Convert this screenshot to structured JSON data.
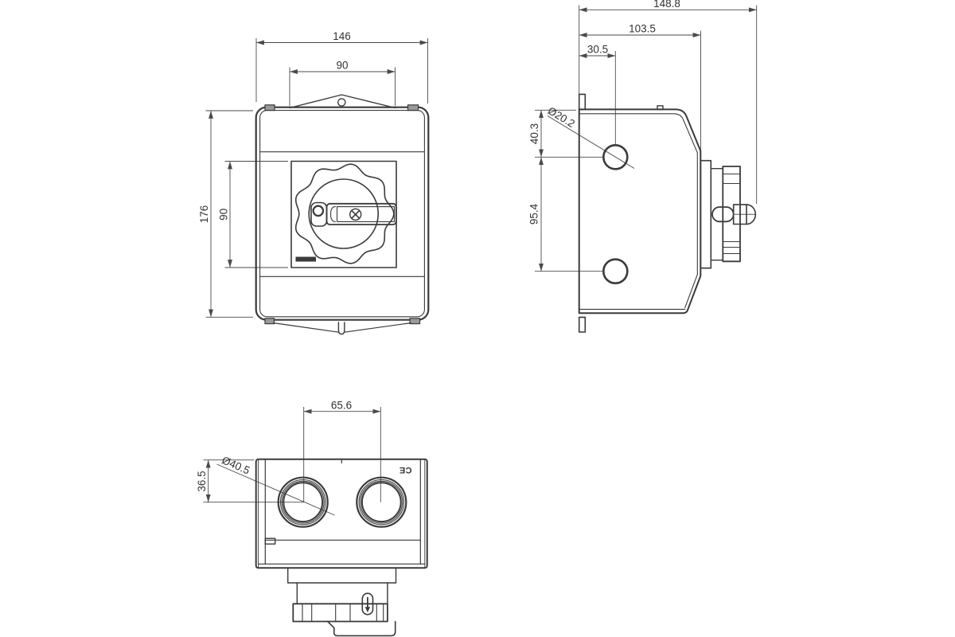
{
  "page": {
    "background": "#ffffff",
    "line_color": "#3a3a3a",
    "dimension_line_color": "#4a4a4a",
    "text_color": "#333333",
    "logo_color": "#3a3a3a"
  },
  "views": {
    "front": {
      "dims": {
        "overall_width": "146",
        "cover_width": "90",
        "overall_height": "176",
        "plate_height": "90"
      }
    },
    "side": {
      "dims": {
        "total_depth": "148.8",
        "body_depth": "103.5",
        "hole_offset": "30.5",
        "hole_diameter": "Ø20.2",
        "hole_top_offset": "40.3",
        "hole_spacing": "95.4"
      }
    },
    "bottom": {
      "dims": {
        "knockout_spacing": "65.6",
        "knockout_diameter": "Ø40.5",
        "knockout_offset": "36.5"
      },
      "ce_mark": "CE"
    }
  }
}
